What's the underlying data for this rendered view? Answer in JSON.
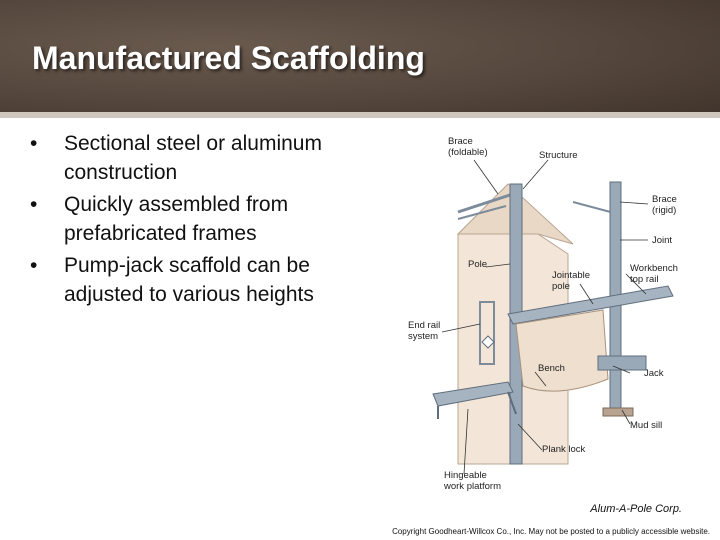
{
  "slide": {
    "title": "Manufactured Scaffolding",
    "bullets": [
      "Sectional steel or aluminum construction",
      "Quickly assembled from prefabricated frames",
      "Pump-jack scaffold can be adjusted to various heights"
    ]
  },
  "figure": {
    "labels": {
      "brace_foldable": "Brace\n(foldable)",
      "structure": "Structure",
      "brace_rigid": "Brace\n(rigid)",
      "joint": "Joint",
      "pole": "Pole",
      "jointable_pole": "Jointable\npole",
      "workbench_top_rail": "Workbench\ntop rail",
      "end_rail_system": "End rail\nsystem",
      "bench": "Bench",
      "jack": "Jack",
      "mud_sill": "Mud sill",
      "plank_lock": "Plank lock",
      "hingeable_work_platform": "Hingeable\nwork platform"
    },
    "credit": "Alum-A-Pole Corp."
  },
  "footer": {
    "copyright": "Copyright Goodheart-Willcox Co., Inc.  May not be posted to a publicly accessible website."
  },
  "colors": {
    "header_bg": "#54463c",
    "title_text": "#ffffff",
    "steel": "#8a9aaa"
  }
}
